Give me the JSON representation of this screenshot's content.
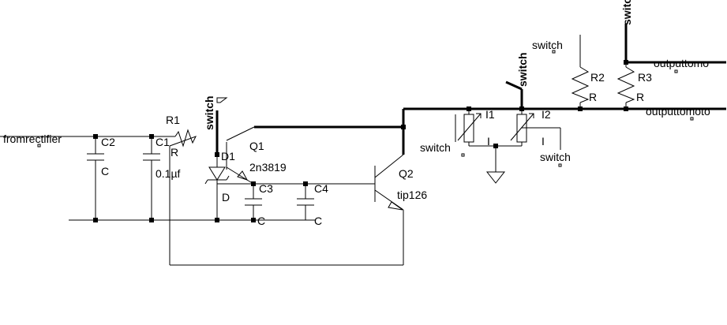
{
  "labels": {
    "from_rectifier": "fromrectifier",
    "c2_name": "C2",
    "c2_value": "C",
    "c1_name": "C1",
    "c1_value": "0.1µf",
    "r1_name": "R1",
    "r1_value": "R",
    "switch_vertical_1": "switch",
    "d1_name": "D1",
    "d1_value": "D",
    "q1_name": "Q1",
    "q1_value": "2n3819",
    "c3_name": "C3",
    "c3_value": "C",
    "c4_name": "C4",
    "c4_value": "C",
    "q2_name": "Q2",
    "q2_value": "tip126",
    "switch_left": "switch",
    "i1_name": "I1",
    "i1_value": "I",
    "i2_name": "I2",
    "i2_value": "I",
    "switch_right": "switch",
    "switch_vertical_2": "switch",
    "switch_top": "switch",
    "r2_name": "R2",
    "r2_value": "R",
    "r3_name": "R3",
    "r3_value": "R",
    "switch_vertical_3": "switch",
    "output_upper": "outputtomo",
    "output_lower": "outputtomoto"
  }
}
